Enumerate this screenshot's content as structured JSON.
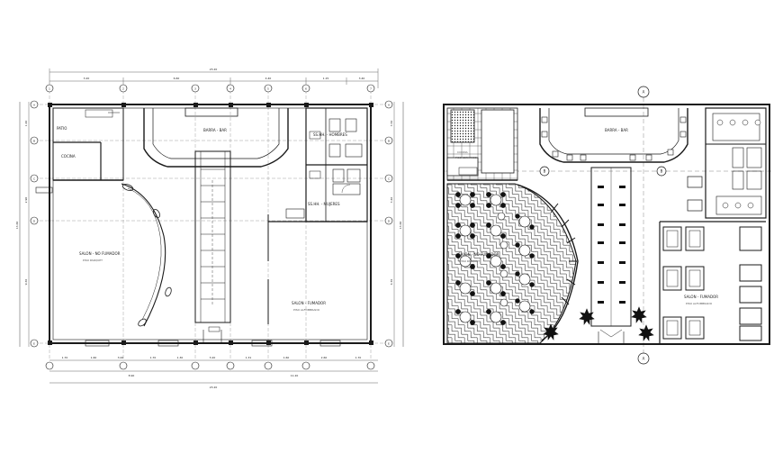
{
  "colors": {
    "line": "#1a1a1a",
    "thin": "#444444",
    "dim": "#666666",
    "hatch": "#333333",
    "bg": "#ffffff"
  },
  "left_plan": {
    "rooms": {
      "patio": "PATIO",
      "cocina": "COCINA",
      "barra": "BARRA - BAR",
      "sshh_hombres": "SS.HH. - HOMBRES",
      "sshh_mujeres": "SS.HH. - MUJERES",
      "salon_no_fumador": "SALON - NO FUMADOR",
      "salon_fumador": "SALON - FUMADOR",
      "piso_parquet": "PISO PARQUET",
      "piso_alfombrado": "PISO ALFOMBRADO"
    },
    "axes_top": [
      "1",
      "2",
      "3",
      "4",
      "5",
      "6",
      "7"
    ],
    "axes_left": [
      "A",
      "B",
      "C",
      "D",
      "E"
    ],
    "axes_right": [
      "A",
      "B",
      "C",
      "D",
      "E"
    ],
    "overall_width": "23.20",
    "overall_height": "13.60",
    "top_dims": [
      "3.20",
      "6.60",
      "4.40",
      "1.15",
      "3.40"
    ],
    "bottom_dims": [
      "1.70",
      "1.60",
      "3.00",
      "1.70",
      "1.30",
      "3.20",
      "1.31",
      "1.60",
      "2.60",
      "1.70"
    ],
    "bottom_dims_2": [
      "8.90",
      "11.20"
    ],
    "left_dims": [
      "1.40",
      "2.90",
      "9.30"
    ],
    "right_dims": [
      "3.50",
      "3.40",
      "6.70"
    ]
  },
  "right_plan": {
    "rooms": {
      "cocina": "COCINA",
      "piso_cocina": "PISO CERAMICO",
      "barra": "BARRA - BAR",
      "salon_no_fumador": "SALON - NO FUMADOR",
      "piso_parquet": "PISO PARQUET",
      "salon_fumador": "SALON - FUMADOR",
      "piso_alfombrado": "PISO ALFOMBRADO"
    },
    "section_marks": [
      "A",
      "B",
      "B",
      "A"
    ]
  }
}
